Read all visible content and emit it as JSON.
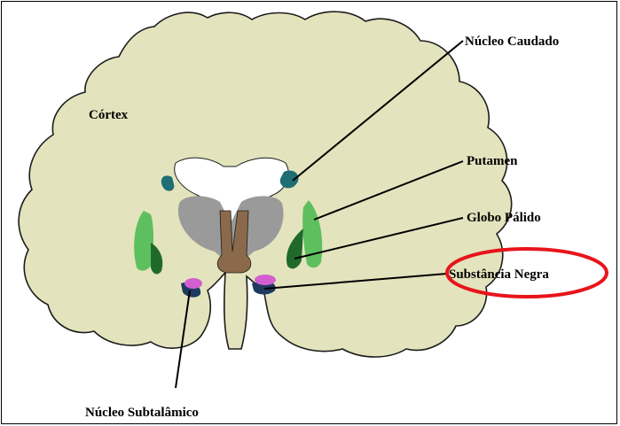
{
  "labels": {
    "cortex": "Córtex",
    "nucleo_caudado": "Núcleo Caudado",
    "putamen": "Putamen",
    "globo_palido": "Globo Pálido",
    "substancia_negra": "Substância Negra",
    "nucleo_subtalamico": "Núcleo Subtalâmico"
  },
  "highlight": {
    "target": "Substância Negra",
    "color": "#e8141b"
  },
  "colors": {
    "brain_tissue": "#e3e3bd",
    "tissue_outline": "#1c1c1c",
    "white_matter_core": "#ffffff",
    "thalamus": "#9a9a9a",
    "brainstem": "#8a6a4a",
    "caudate": "#1e6e73",
    "putamen": "#5dbf5d",
    "globus_pallidus": "#1f6a2a",
    "subthalamic": "#1e3a5f",
    "substantia_nigra": "#d25fd0",
    "lines": "#000000"
  }
}
